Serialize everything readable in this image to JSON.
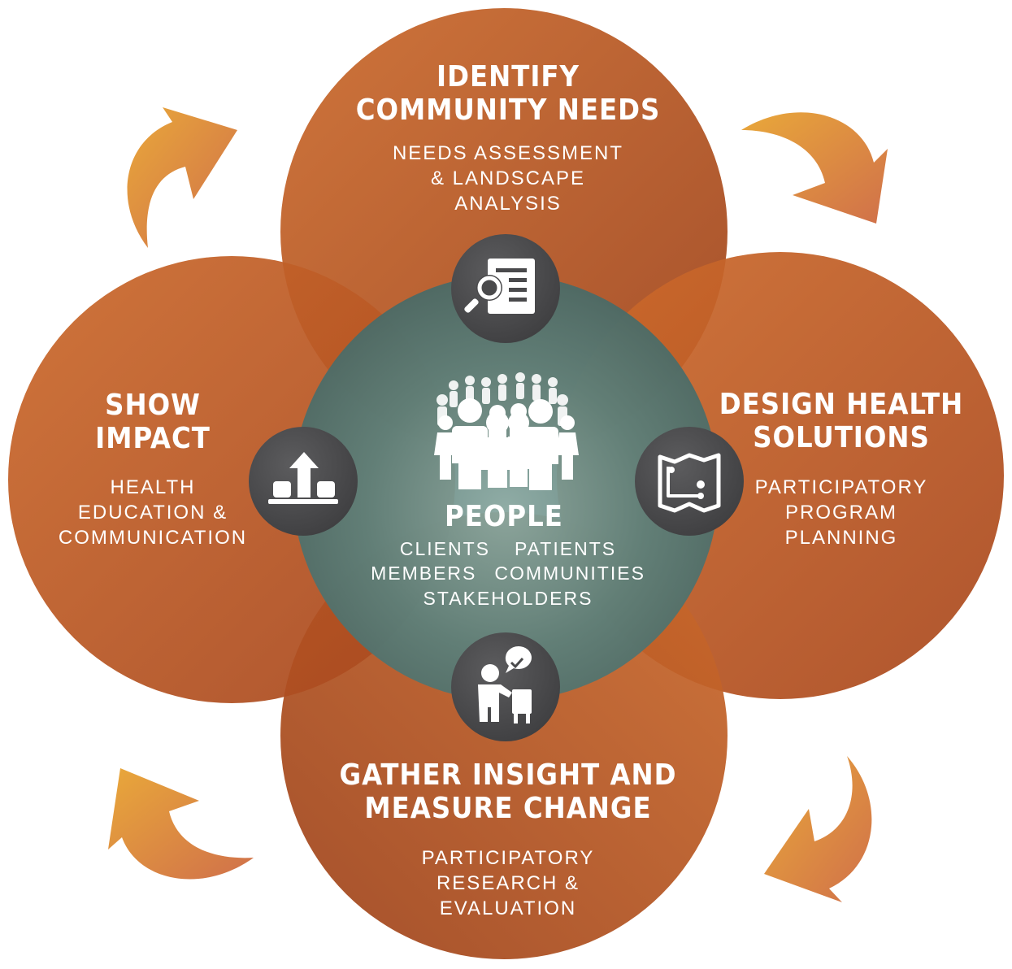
{
  "center": {
    "title": "PEOPLE",
    "items_row1": [
      "CLIENTS",
      "PATIENTS"
    ],
    "items_row2": [
      "MEMBERS",
      "COMMUNITIES"
    ],
    "items_row3": [
      "STAKEHOLDERS"
    ],
    "icon": "people-crowd-icon"
  },
  "steps": {
    "identify": {
      "title_lines": [
        "IDENTIFY",
        "COMMUNITY NEEDS"
      ],
      "sub_lines": [
        "NEEDS ASSESSMENT",
        "& LANDSCAPE",
        "ANALYSIS"
      ],
      "icon": "document-search-icon"
    },
    "design": {
      "title_lines": [
        "DESIGN HEALTH",
        "SOLUTIONS"
      ],
      "sub_lines": [
        "PARTICIPATORY",
        "PROGRAM",
        "PLANNING"
      ],
      "icon": "plan-map-icon"
    },
    "gather": {
      "title_lines": [
        "GATHER INSIGHT AND",
        "MEASURE CHANGE"
      ],
      "sub_lines": [
        "PARTICIPATORY",
        "RESEARCH &",
        "EVALUATION"
      ],
      "icon": "presenter-check-icon"
    },
    "show": {
      "title_lines": [
        "SHOW",
        "IMPACT"
      ],
      "sub_lines": [
        "HEALTH",
        "EDUCATION &",
        "COMMUNICATION"
      ],
      "icon": "podium-arrow-up-icon"
    }
  },
  "colors": {
    "circle_orange": "#c4622a",
    "circle_orange_dark": "#a8471e",
    "center_teal": "#5a7d77",
    "arrow_gold": "#e0a03a",
    "icon_dark": "#4e4e50"
  }
}
